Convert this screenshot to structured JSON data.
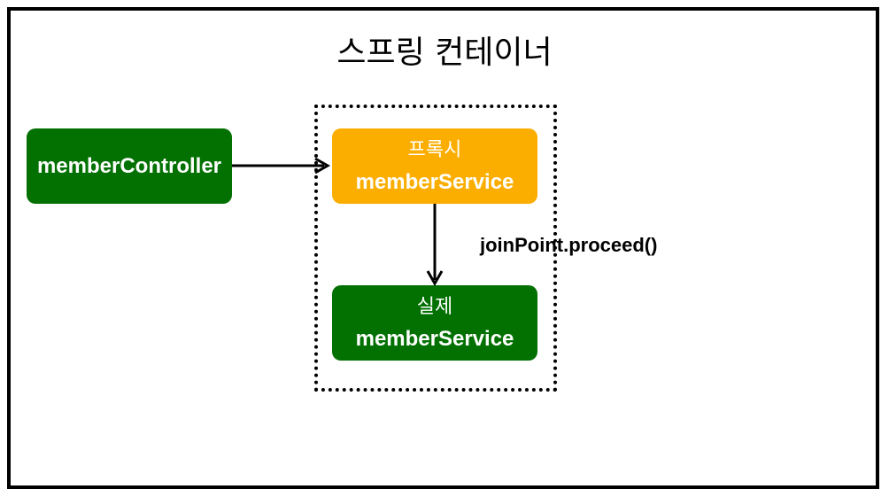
{
  "title": "스프링 컨테이너",
  "nodes": {
    "controller": {
      "label": "memberController"
    },
    "proxy": {
      "line1": "프록시",
      "line2": "memberService"
    },
    "real": {
      "line1": "실제",
      "line2": "memberService"
    }
  },
  "edge_label": "joinPoint.proceed()",
  "colors": {
    "green": "#027102",
    "orange": "#fbae00"
  }
}
